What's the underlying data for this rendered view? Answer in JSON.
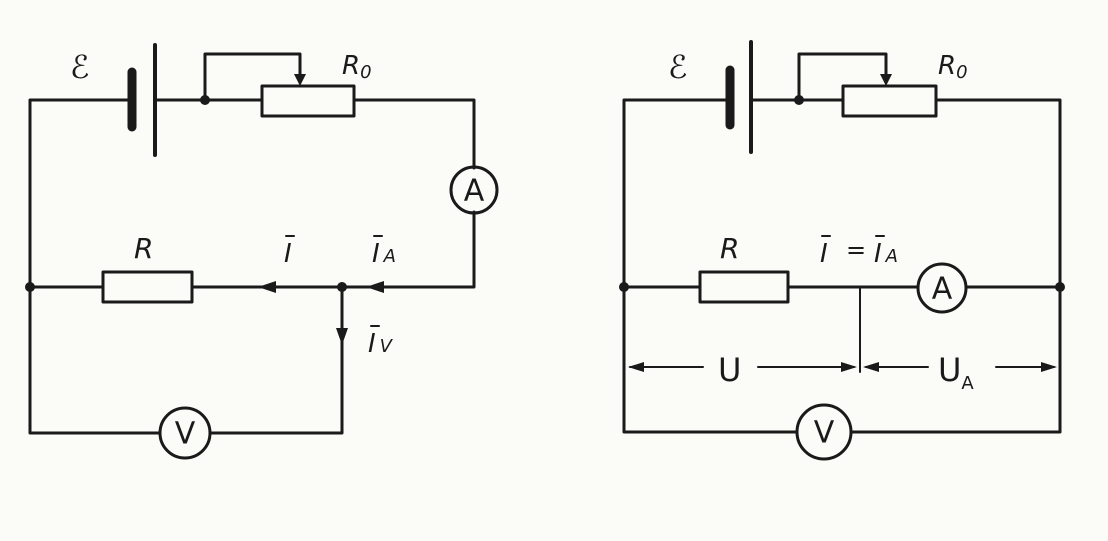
{
  "left_circuit": {
    "emf_label": "ℰ",
    "rheostat_label": "R",
    "rheostat_sub": "0",
    "resistor_label": "R",
    "ammeter_label": "A",
    "voltmeter_label": "V",
    "current_I": "I",
    "current_IA": "I",
    "current_IA_sub": "A",
    "current_IV": "I",
    "current_IV_sub": "V"
  },
  "right_circuit": {
    "emf_label": "ℰ",
    "rheostat_label": "R",
    "rheostat_sub": "0",
    "resistor_label": "R",
    "ammeter_label": "A",
    "voltmeter_label": "V",
    "current_eq_left": "I",
    "current_eq_sign": "=",
    "current_eq_right": "I",
    "current_eq_right_sub": "A",
    "voltage_U": "U",
    "voltage_UA": "U",
    "voltage_UA_sub": "A"
  }
}
